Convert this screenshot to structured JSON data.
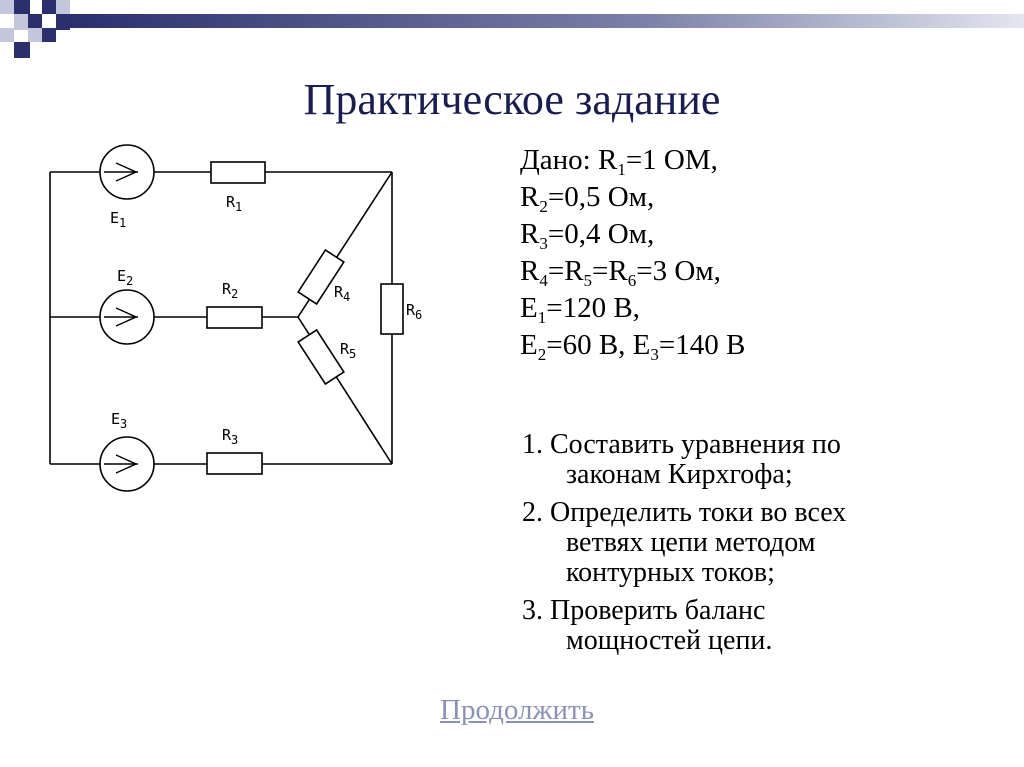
{
  "title": "Практическое задание",
  "given": {
    "line1": {
      "prefix": "Дано: R",
      "sub": "1",
      "rest": "=1 ОМ,"
    },
    "line2": {
      "p1": "R",
      "s1": "2",
      "rest": "=0,5 Ом,"
    },
    "line3": {
      "p1": "R",
      "s1": "3",
      "rest": "=0,4 Ом,"
    },
    "line4": {
      "p1": "R",
      "s1": "4",
      "p2": "=R",
      "s2": "5",
      "p3": "=R",
      "s3": "6",
      "rest": "=3 Ом,"
    },
    "line5": {
      "p1": "E",
      "s1": "1",
      "rest": "=120 В,"
    },
    "line6": {
      "p1": "E",
      "s1": "2",
      "p2": "=60 В, E",
      "s2": "3",
      "rest": "=140 В"
    }
  },
  "tasks": [
    {
      "first": "1. Составить уравнения по",
      "second": "законам Кирхгофа;"
    },
    {
      "first": "2. Определить токи во всех",
      "second": "ветвях цепи методом",
      "third": "контурных токов;"
    },
    {
      "first": "3. Проверить баланс",
      "second": "мощностей цепи."
    }
  ],
  "circuit_labels": {
    "e1": {
      "main": "E",
      "sub": "1"
    },
    "e2": {
      "main": "E",
      "sub": "2"
    },
    "e3": {
      "main": "E",
      "sub": "3"
    },
    "r1": {
      "main": "R",
      "sub": "1"
    },
    "r2": {
      "main": "R",
      "sub": "2"
    },
    "r3": {
      "main": "R",
      "sub": "3"
    },
    "r4": {
      "main": "R",
      "sub": "4"
    },
    "r5": {
      "main": "R",
      "sub": "5"
    },
    "r6": {
      "main": "R",
      "sub": "6"
    }
  },
  "continue_link": "Продолжить",
  "colors": {
    "title": "#1a1e4f",
    "accent_bar": "#2b2f6e",
    "link": "#8a93b5"
  }
}
